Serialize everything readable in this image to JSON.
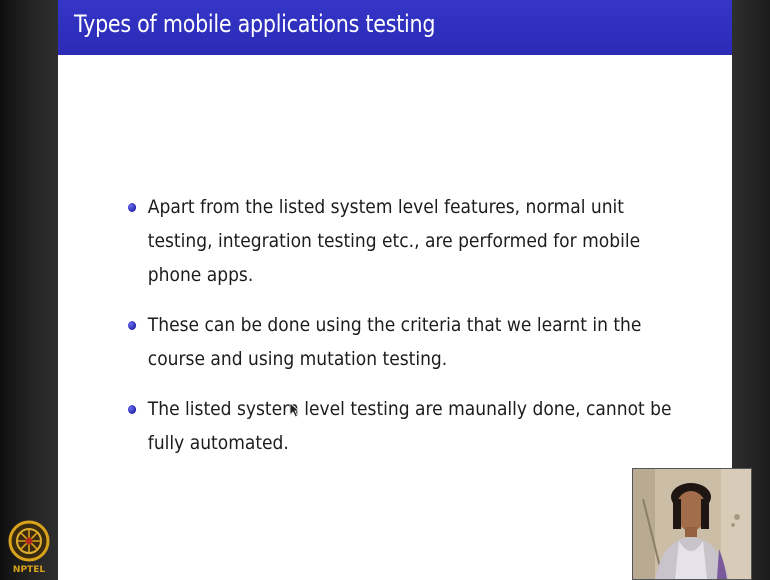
{
  "slide": {
    "title": "Types of mobile applications testing",
    "bullets": [
      "Apart from the listed system level features, normal unit testing, integration testing etc., are performed for mobile phone apps.",
      "These can be done using the criteria that we learnt in the course and using mutation testing.",
      "The listed system level testing are maunally done, cannot be fully automated."
    ]
  },
  "logo": {
    "text": "NPTEL"
  },
  "colors": {
    "title_bar": "#2e2eb8",
    "title_text": "#ffffff",
    "slide_bg": "#ffffff",
    "body_text": "#1c1c1c",
    "bullet_dot": "#2f2fb8",
    "logo_accent": "#d9a21b"
  },
  "icons": {
    "bullet": "bullet-dot-icon",
    "cursor": "mouse-pointer-icon",
    "logo": "nptel-logo-icon"
  }
}
